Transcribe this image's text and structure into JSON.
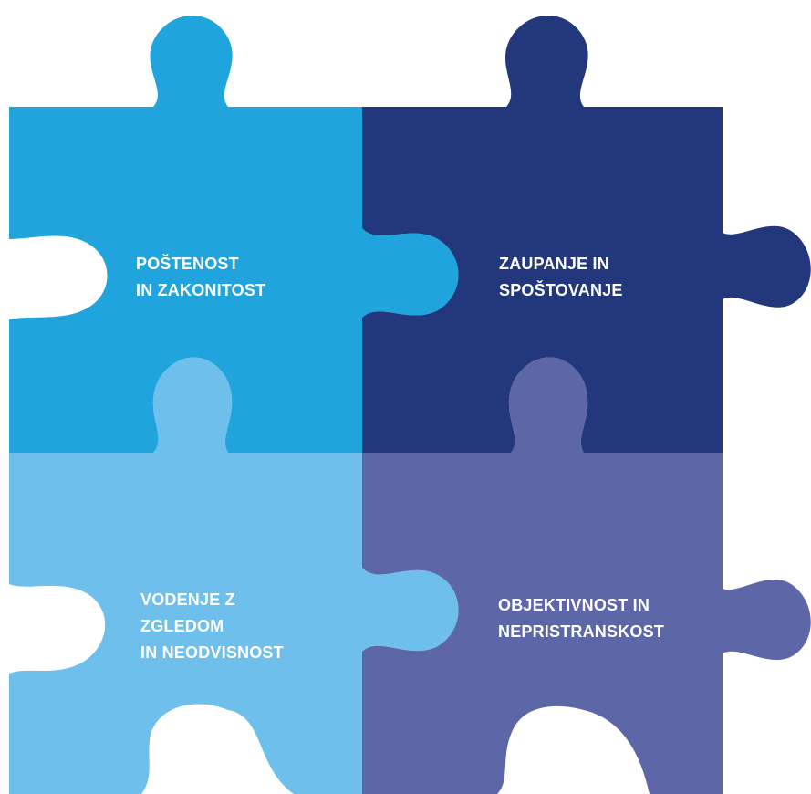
{
  "pieces": {
    "top_left": {
      "color": "#1fa4de",
      "lines": [
        "POŠTENOST",
        "IN ZAKONITOST"
      ]
    },
    "top_right": {
      "color": "#23387c",
      "lines": [
        "ZAUPANJE IN",
        "SPOŠTOVANJE"
      ]
    },
    "bottom_left": {
      "color": "#6fbfec",
      "lines": [
        "VODENJE Z",
        "ZGLEDOM",
        "IN NEODVISNOST"
      ]
    },
    "bottom_right": {
      "color": "#5d66a7",
      "lines": [
        "OBJEKTIVNOST IN",
        "NEPRISTRANSKOST"
      ]
    }
  }
}
